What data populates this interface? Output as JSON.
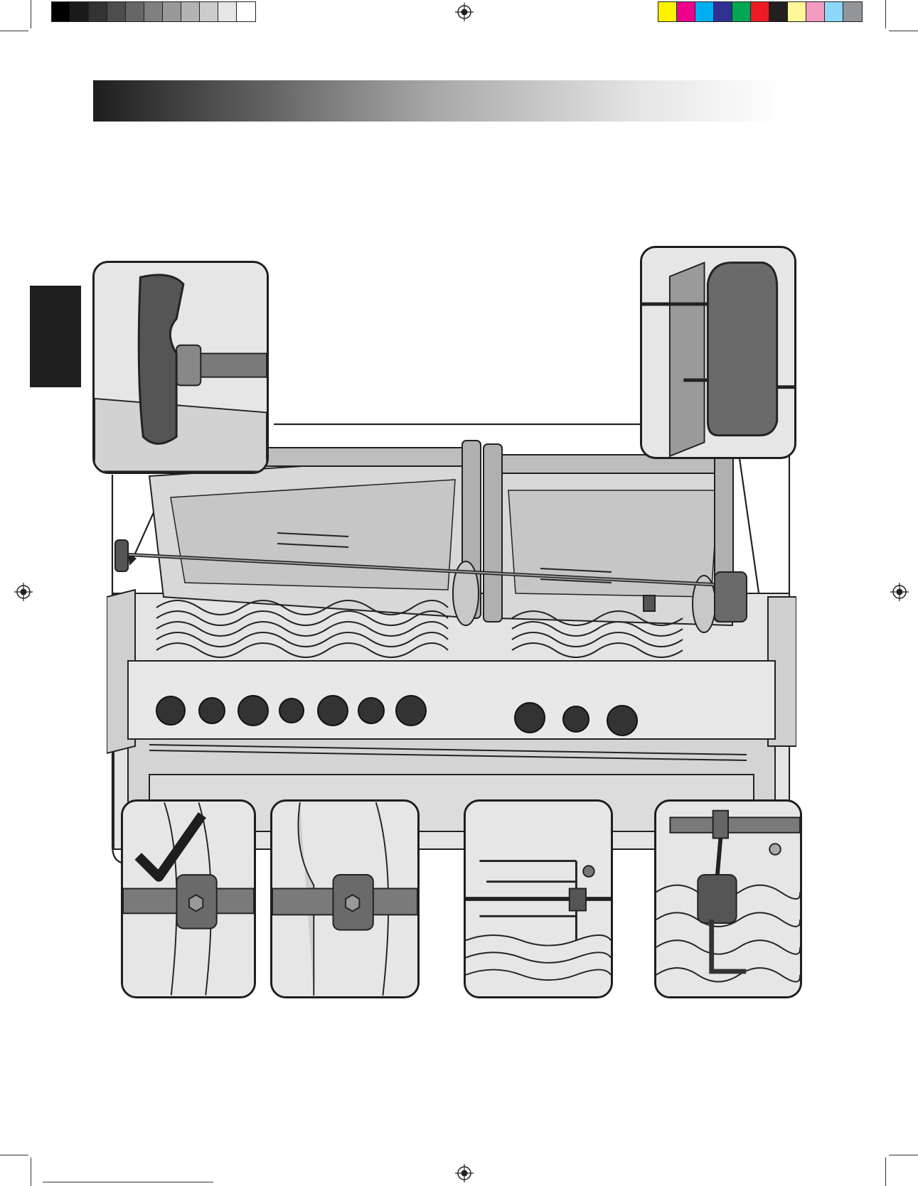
{
  "colors": {
    "ink": "#1e1e1e",
    "grey_swatches": [
      "#000000",
      "#1a1a1a",
      "#333333",
      "#4d4d4d",
      "#666666",
      "#808080",
      "#999999",
      "#b3b3b3",
      "#cccccc",
      "#e6e6e6",
      "#ffffff"
    ],
    "color_swatches": [
      "#fff200",
      "#ec008c",
      "#00aeef",
      "#2e3192",
      "#00a651",
      "#ed1c24",
      "#231f20",
      "#fff799",
      "#f49ac1",
      "#8dd8f8",
      "#939598"
    ]
  },
  "icons": {
    "registration_mark": "crosshair-circle",
    "checkmark": "check-mark"
  },
  "figure": {
    "main": "grill-with-rotisserie-installed",
    "callouts": [
      "rotisserie-handle-detail",
      "rotisserie-motor-detail",
      "collar-correct-position",
      "collar-alternate-position",
      "forks-on-spit",
      "counterbalance-with-hex-key"
    ]
  }
}
